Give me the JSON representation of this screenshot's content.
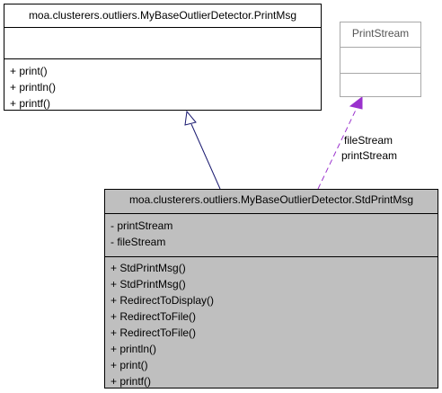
{
  "classes": {
    "print_msg": {
      "name": "moa.clusterers.outliers.MyBaseOutlierDetector.PrintMsg",
      "attributes": [],
      "methods": [
        "+ print()",
        "+ println()",
        "+ printf()"
      ]
    },
    "print_stream": {
      "name": "PrintStream",
      "attributes": [],
      "methods": []
    },
    "std_print_msg": {
      "name": "moa.clusterers.outliers.MyBaseOutlierDetector.StdPrintMsg",
      "attributes": [
        "- printStream",
        "- fileStream"
      ],
      "methods": [
        "+ StdPrintMsg()",
        "+ StdPrintMsg()",
        "+ RedirectToDisplay()",
        "+ RedirectToFile()",
        "+ RedirectToFile()",
        "+ println()",
        "+ print()",
        "+ printf()"
      ]
    }
  },
  "relations": {
    "inheritance_color": "#191970",
    "usage_color": "#9a32cd",
    "usage_labels": [
      "fileStream",
      "printStream"
    ]
  },
  "colors": {
    "focus_fill": "#bfbfbf",
    "external_border": "#a8a8a8"
  }
}
